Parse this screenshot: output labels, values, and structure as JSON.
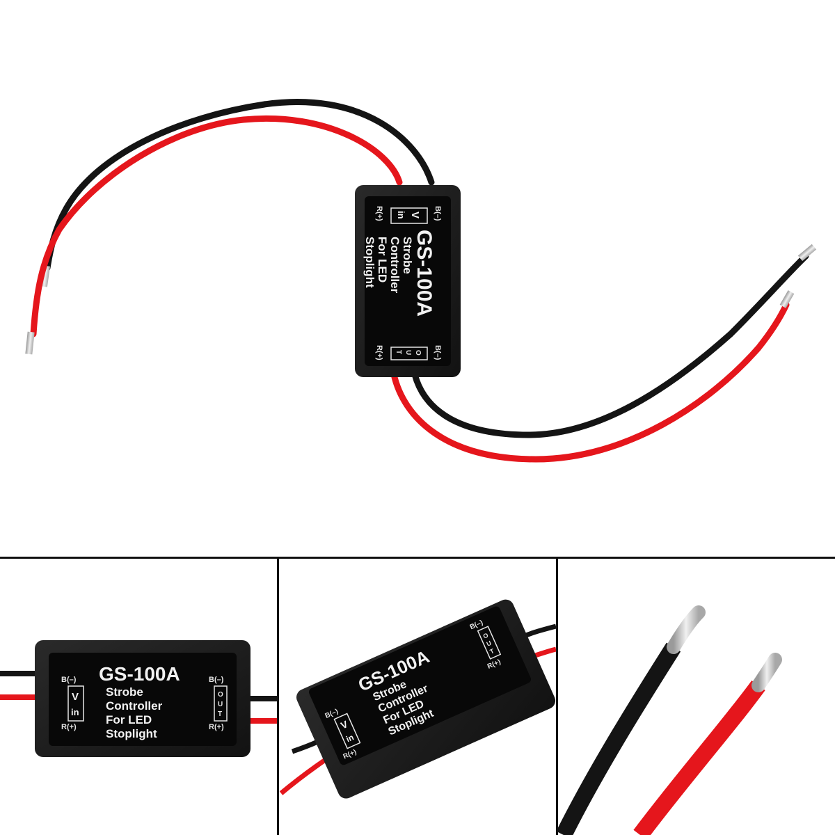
{
  "module": {
    "model": "GS-100A",
    "desc_line1": "Strobe",
    "desc_line2": "Controller",
    "desc_line3": "For LED",
    "desc_line4": "Stoplight",
    "input_v": "V",
    "input_in": "in",
    "output_o": "O",
    "output_u": "U",
    "output_t": "T",
    "pin_neg": "B(–)",
    "pin_pos": "R(+)"
  },
  "colors": {
    "wire_red": "#e5161c",
    "wire_black": "#141414",
    "housing": "#1c1c1c",
    "copper_tip": "#c9c9c9",
    "frame_line": "#111111"
  }
}
